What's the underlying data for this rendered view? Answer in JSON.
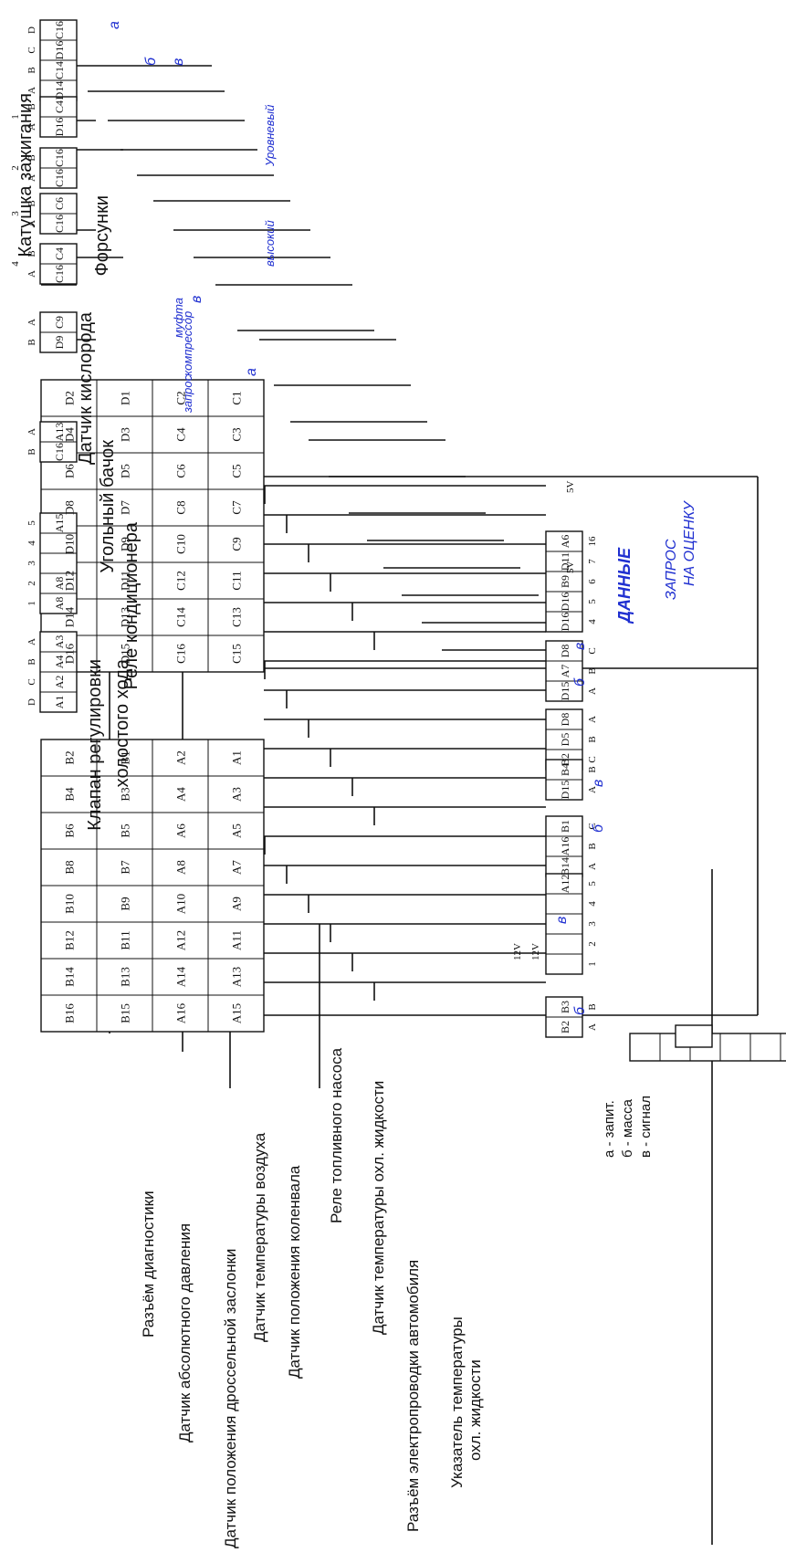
{
  "legend": [
    "а - запит.",
    "б - масса",
    "в - сигнал"
  ],
  "labels_top": [
    "Разъём диагностики",
    "Датчик абсолютного давления",
    "Датчик положения дроссельной заслонки",
    "Датчик температуры воздуха",
    "Датчик положения коленвала",
    "Реле топливного насоса",
    "Датчик температуры охл. жидкости",
    "Разъём электропроводки автомобиля",
    "Указатель температуры",
    "охл. жидкости"
  ],
  "labels_bottom": [
    "Катушка зажигания",
    "Форсунки",
    "Датчик кислорода",
    "Угольный бачок",
    "Реле кондиционера",
    "Клапан регулировки",
    "холостого хода"
  ],
  "ecu_d": {
    "upper_even": [
      "D16",
      "D14",
      "D12",
      "D10",
      "D8",
      "D6",
      "D4",
      "D2"
    ],
    "upper_odd": [
      "D15",
      "D13",
      "D11",
      "D9",
      "D7",
      "D5",
      "D3",
      "D1"
    ],
    "lower_even": [
      "C16",
      "C14",
      "C12",
      "C10",
      "C8",
      "C6",
      "C4",
      "C2"
    ],
    "lower_odd": [
      "C15",
      "C13",
      "C11",
      "C9",
      "C7",
      "C5",
      "C3",
      "C1"
    ]
  },
  "ecu_b": {
    "upper_even": [
      "B16",
      "B14",
      "B12",
      "B10",
      "B8",
      "B6",
      "B4",
      "B2"
    ],
    "upper_odd": [
      "B15",
      "B13",
      "B11",
      "B9",
      "B7",
      "B5",
      "B3",
      "B1"
    ],
    "lower_even": [
      "A16",
      "A14",
      "A12",
      "A10",
      "A8",
      "A6",
      "A4",
      "A2"
    ],
    "lower_odd": [
      "A15",
      "A13",
      "A11",
      "A9",
      "A7",
      "A5",
      "A3",
      "A1"
    ]
  },
  "top_connectors": [
    {
      "cells": [
        "A6",
        "D11",
        "B9",
        "D16",
        "D16"
      ],
      "pins": [
        "16",
        "7",
        "6",
        "5",
        "4"
      ]
    },
    {
      "cells": [
        "D8",
        "A7",
        "D15"
      ],
      "pins": [
        "C",
        "B",
        "A"
      ]
    },
    {
      "cells": [
        "D8",
        "D5",
        "B2"
      ],
      "pins": [
        "A",
        "B",
        "C"
      ]
    },
    {
      "cells": [
        "B4",
        "D15"
      ],
      "pins": [
        "B",
        "A"
      ]
    },
    {
      "cells": [
        "B1",
        "A16",
        "B14"
      ],
      "pins": [
        "C",
        "B",
        "A"
      ]
    },
    {
      "cells": [
        "A12",
        "",
        "",
        "",
        ""
      ],
      "pins": [
        "5",
        "4",
        "3",
        "2",
        "1"
      ]
    },
    {
      "cells": [
        "B3",
        "B2"
      ],
      "pins": [
        "B",
        "A"
      ]
    }
  ],
  "bottom_connectors": [
    {
      "cells": [
        "C16",
        "D16",
        "C14",
        "D14"
      ],
      "pins": [
        "D",
        "C",
        "B",
        "A"
      ]
    },
    {
      "cells": [
        "C4",
        "D16"
      ],
      "pins": [
        "B",
        "A"
      ],
      "num": "1"
    },
    {
      "cells": [
        "C16",
        "C16"
      ],
      "pins": [
        "B",
        "A"
      ],
      "num": "2"
    },
    {
      "cells": [
        "C6",
        "C16"
      ],
      "pins": [
        "B",
        "A"
      ],
      "num": "3"
    },
    {
      "cells": [
        "C4",
        "C16"
      ],
      "pins": [
        "B",
        "A"
      ],
      "num": "4"
    },
    {
      "cells": [
        "C9",
        "D9"
      ],
      "pins": [
        "A",
        "B"
      ]
    },
    {
      "cells": [
        "A13",
        "C16"
      ],
      "pins": [
        "A",
        "B"
      ]
    },
    {
      "cells": [
        "A15",
        "",
        "",
        "A8",
        "A8"
      ],
      "pins": [
        "5",
        "4",
        "3",
        "2",
        "1"
      ]
    },
    {
      "cells": [
        "A3",
        "A4",
        "A2",
        "A1"
      ],
      "pins": [
        "A",
        "B",
        "C",
        "D"
      ]
    }
  ],
  "voltage": {
    "v5": "5V",
    "v12": "12V"
  },
  "handwritten": {
    "data": "ДАННЫЕ",
    "request": "ЗАПРОС",
    "on_rating": "НА ОЦЕНКУ",
    "clutch": "муфта",
    "compressor": "компрессор",
    "request2": "запрос",
    "low": "Уровневый",
    "high": "высокий",
    "a": "а",
    "b": "б",
    "v": "в"
  }
}
